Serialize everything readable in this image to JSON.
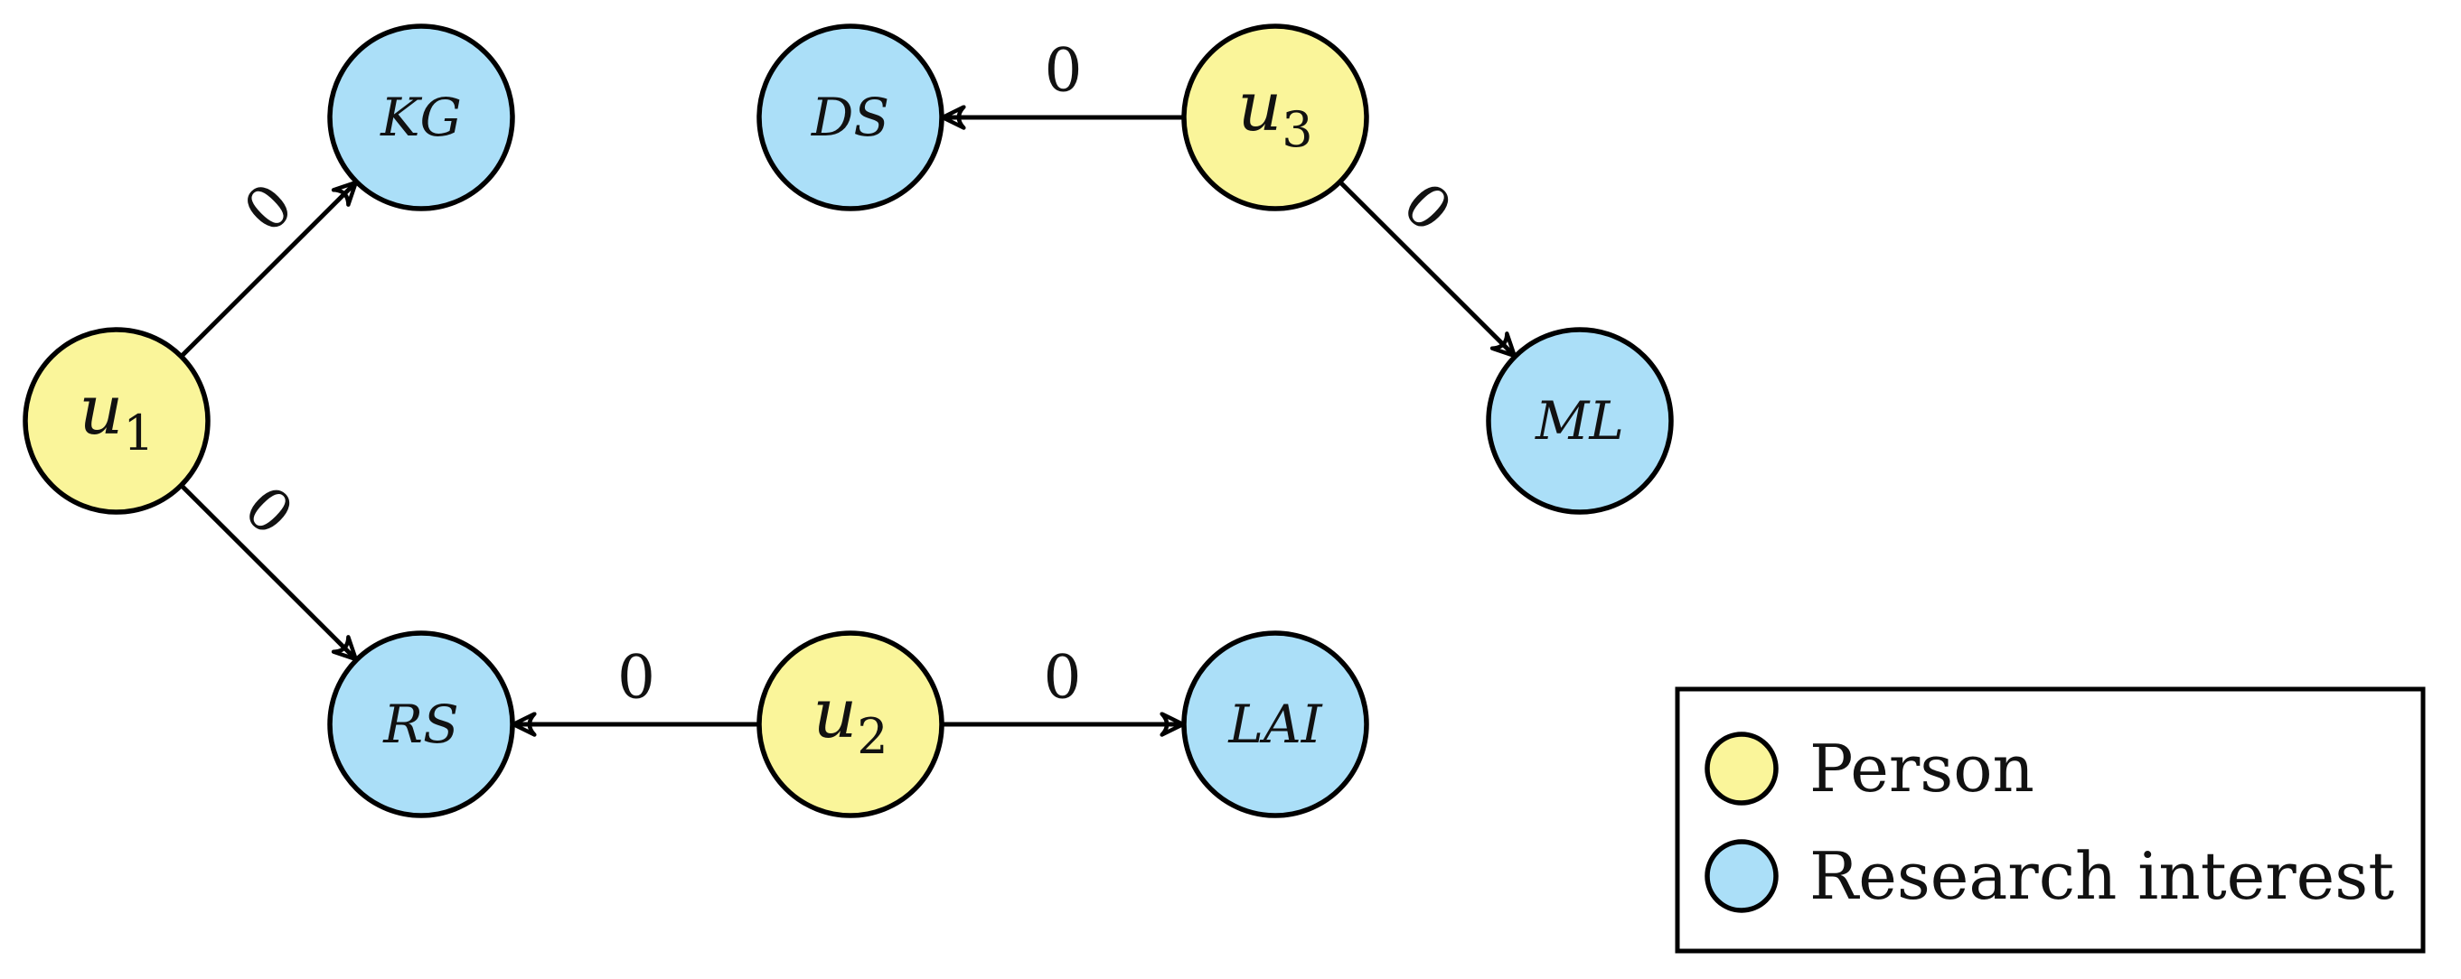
{
  "colors": {
    "person": "#faf59a",
    "research_interest": "#abdff8",
    "stroke": "#000000"
  },
  "nodes": [
    {
      "id": "u1",
      "type": "person",
      "label": "u",
      "sub": "1"
    },
    {
      "id": "u2",
      "type": "person",
      "label": "u",
      "sub": "2"
    },
    {
      "id": "u3",
      "type": "person",
      "label": "u",
      "sub": "3"
    },
    {
      "id": "KG",
      "type": "research_interest",
      "label": "KG"
    },
    {
      "id": "DS",
      "type": "research_interest",
      "label": "DS"
    },
    {
      "id": "ML",
      "type": "research_interest",
      "label": "ML"
    },
    {
      "id": "RS",
      "type": "research_interest",
      "label": "RS"
    },
    {
      "id": "LAI",
      "type": "research_interest",
      "label": "LAI"
    }
  ],
  "edges": [
    {
      "from": "u1",
      "to": "KG",
      "label": "0"
    },
    {
      "from": "u1",
      "to": "RS",
      "label": "0"
    },
    {
      "from": "u3",
      "to": "DS",
      "label": "0"
    },
    {
      "from": "u3",
      "to": "ML",
      "label": "0"
    },
    {
      "from": "u2",
      "to": "RS",
      "label": "0"
    },
    {
      "from": "u2",
      "to": "LAI",
      "label": "0"
    }
  ],
  "legend": {
    "items": [
      {
        "label": "Person",
        "type": "person"
      },
      {
        "label": "Research interest",
        "type": "research_interest"
      }
    ]
  }
}
